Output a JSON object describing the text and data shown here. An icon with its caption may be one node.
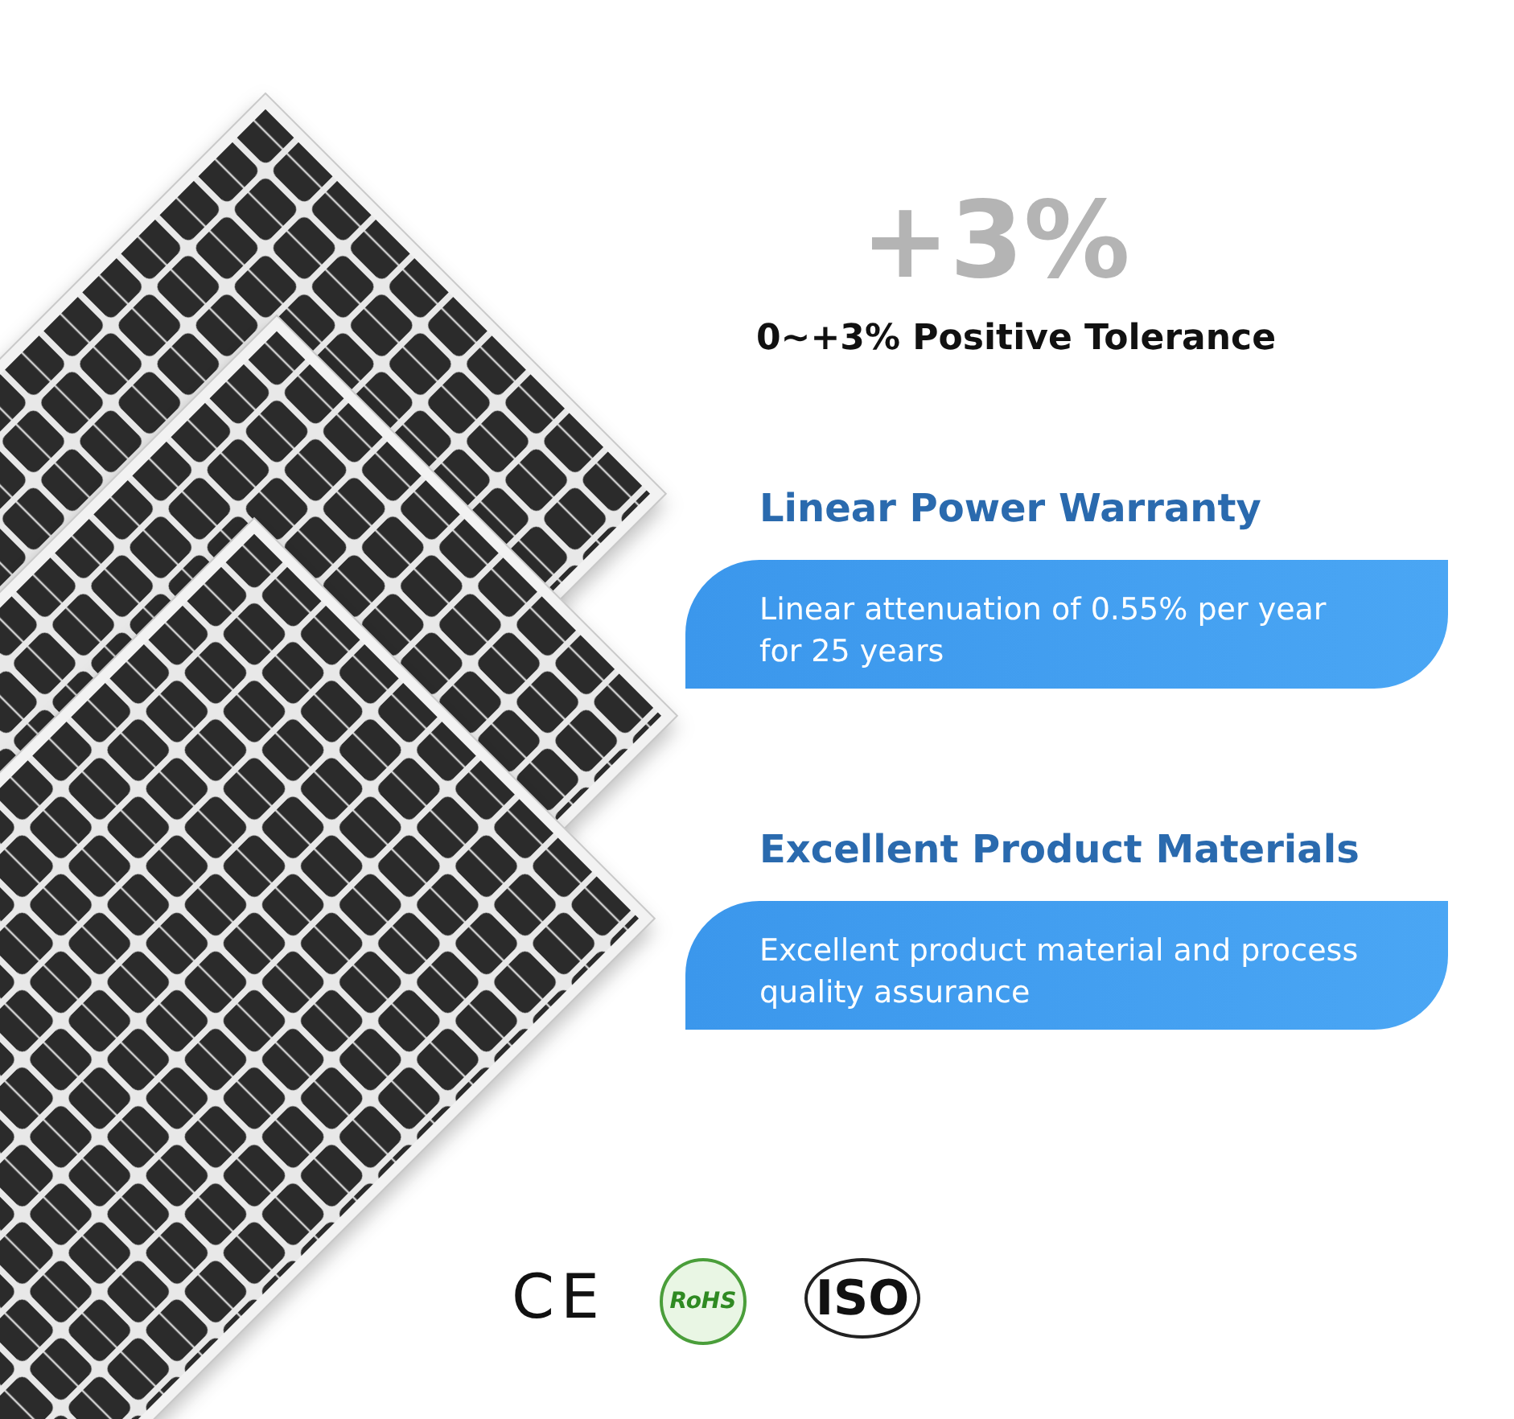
{
  "diagram": {
    "nodes": [
      {
        "text": [
          "Linear Power Warranty",
          "Linear attenuation of 0.55% per year for 25 years"
        ]
      },
      {
        "text": [
          "Excellent Product Materials",
          "Excellent product material and process quality assurance"
        ]
      }
    ],
    "labels": [
      "+3%",
      "0~+3% Positive Tolerance",
      "CE",
      "RoHS",
      "ISO"
    ]
  }
}
